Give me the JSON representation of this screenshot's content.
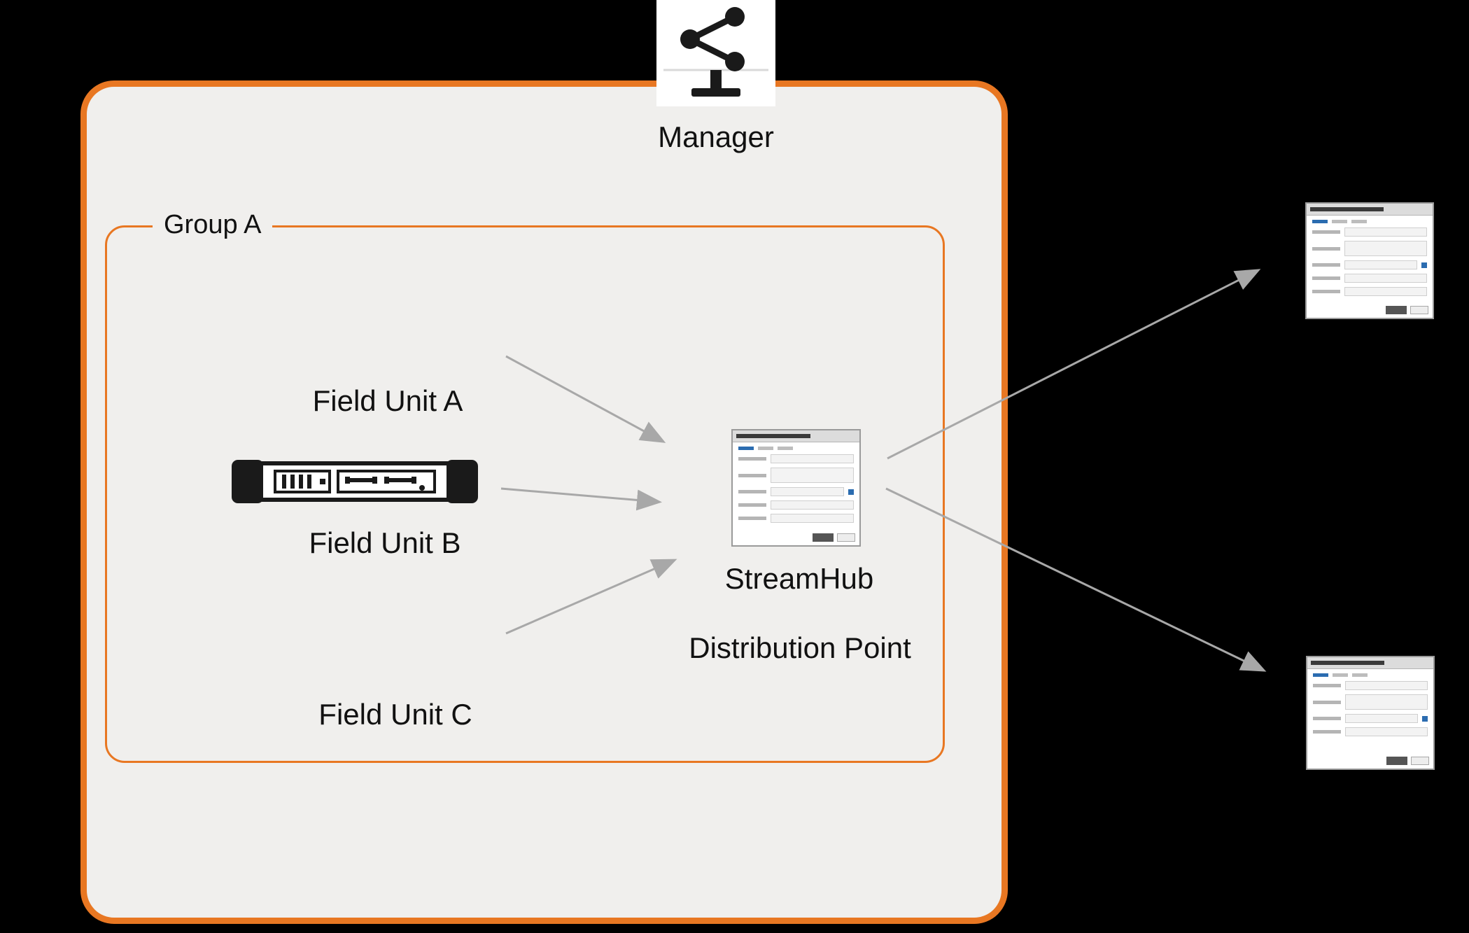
{
  "colors": {
    "accent_orange": "#e87722",
    "panel_background": "#f0efed",
    "arrow_gray": "#a8a8a8",
    "page_background": "#000000"
  },
  "manager": {
    "label": "Manager"
  },
  "group_a": {
    "label": "Group A"
  },
  "field_units": {
    "a": "Field Unit A",
    "b": "Field Unit B",
    "c": "Field Unit C"
  },
  "streamhub": {
    "label": "StreamHub",
    "sublabel": "Distribution Point"
  }
}
